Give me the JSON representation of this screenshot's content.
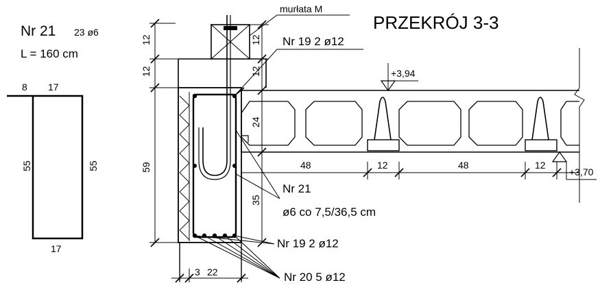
{
  "title": "PRZEKRÓJ 3-3",
  "detail": {
    "bar": "Nr 21",
    "bar_spec": "23 ø6",
    "length": "L = 160 cm",
    "dims": {
      "top_a": "8",
      "top_b": "17",
      "left": "55",
      "right": "55",
      "bottom": "17"
    }
  },
  "labels": {
    "murlata": "murłata M",
    "nr19_top": "Nr 19  2 ø12",
    "nr21": "Nr 21",
    "nr21_spec": "ø6 co 7,5/36,5 cm",
    "nr19_bottom": "Nr 19  2 ø12",
    "nr20": "Nr 20  5 ø12",
    "level_top": "+3,94",
    "level_bottom": "+3,70"
  },
  "dims": {
    "v12_a": "12",
    "v12_b": "12",
    "v59": "59",
    "v12_c": "12",
    "v12_d": "12",
    "v24": "24",
    "v35": "35",
    "h48_a": "48",
    "h12_a": "12",
    "h48_b": "48",
    "h12_b": "12",
    "h3": "3",
    "h22": "22"
  }
}
